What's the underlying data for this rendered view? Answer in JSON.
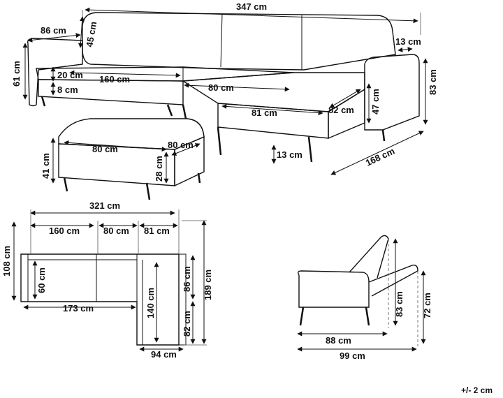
{
  "dimensions": {
    "total_length": "347 cm",
    "arm_length": "86 cm",
    "back_height": "45 cm",
    "armrest_width": "13 cm",
    "seat_height": "61 cm",
    "overall_height": "83 cm",
    "seat_depth_gap": "20 cm",
    "seat_width_main": "160 cm",
    "leg_height_main": "8 cm",
    "seat_width_mid": "80 cm",
    "chaise_width": "81 cm",
    "chaise_depth": "82 cm",
    "chaise_height": "47 cm",
    "chaise_leg_height": "13 cm",
    "chaise_length": "168 cm",
    "ottoman_width": "80 cm",
    "ottoman_depth": "80 cm",
    "ottoman_height": "41 cm",
    "ottoman_top": "28 cm"
  },
  "plan": {
    "total_width": "321 cm",
    "seg1": "160 cm",
    "seg2": "80 cm",
    "seg3": "81 cm",
    "depth": "108 cm",
    "inner_depth": "60 cm",
    "base_width": "173 cm",
    "chaise_length": "140 cm",
    "right_depth": "86 cm",
    "right_lower": "82 cm",
    "overall_length": "189 cm",
    "chaise_width": "94 cm"
  },
  "side": {
    "depth": "88 cm",
    "bed_depth": "99 cm",
    "height": "83 cm",
    "recline_height": "72 cm"
  },
  "tolerance": "+/- 2 cm"
}
